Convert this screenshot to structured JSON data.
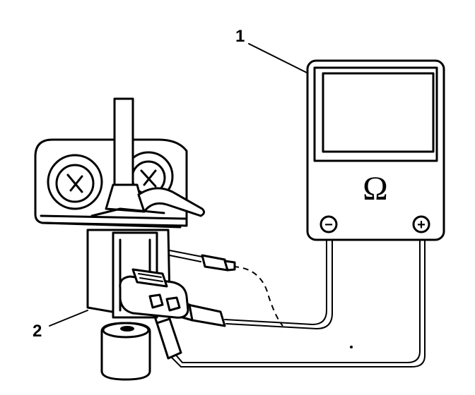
{
  "callouts": {
    "one": "1",
    "two": "2"
  },
  "meter": {
    "display_symbol": "Ω",
    "negative_terminal": "−",
    "positive_terminal": "+"
  },
  "icons": [
    "ohmmeter-icon",
    "sensor-connector-icon",
    "mounting-bolt-icon"
  ],
  "colors": {
    "line": "#000000",
    "background": "#ffffff"
  }
}
